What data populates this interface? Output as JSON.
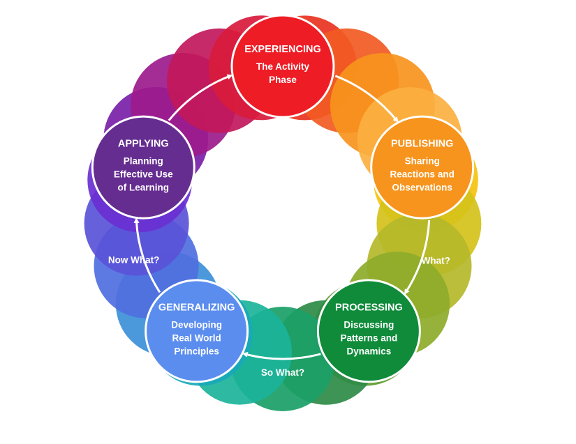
{
  "stages": [
    {
      "title": "EXPERIENCING",
      "lines": [
        "The Activity",
        "Phase"
      ],
      "color": "#ee1c25"
    },
    {
      "title": "PUBLISHING",
      "lines": [
        "Sharing",
        "Reactions and",
        "Observations"
      ],
      "color": "#f7941d"
    },
    {
      "title": "PROCESSING",
      "lines": [
        "Discussing",
        "Patterns and",
        "Dynamics"
      ],
      "color": "#0f8b3a"
    },
    {
      "title": "GENERALIZING",
      "lines": [
        "Developing",
        "Real World",
        "Principles"
      ],
      "color": "#5b8def"
    },
    {
      "title": "APPLYING",
      "lines": [
        "Planning",
        "Effective Use",
        "of Learning"
      ],
      "color": "#662d91"
    }
  ],
  "questions": {
    "what": "What?",
    "so_what": "So What?",
    "now_what": "Now What?"
  },
  "ring_colors": [
    "#e8331f",
    "#f15a22",
    "#f7941d",
    "#fbb040",
    "#f4c20d",
    "#d4c21a",
    "#b5b82a",
    "#8dab2a",
    "#5e9b30",
    "#2e8b47",
    "#1aa068",
    "#1bb39a",
    "#19a8b8",
    "#3c8fd8",
    "#4f6fe0",
    "#5a52d8",
    "#6a2fd1",
    "#7a1fa8",
    "#9c1a8c",
    "#c2185b",
    "#d81b3c"
  ]
}
